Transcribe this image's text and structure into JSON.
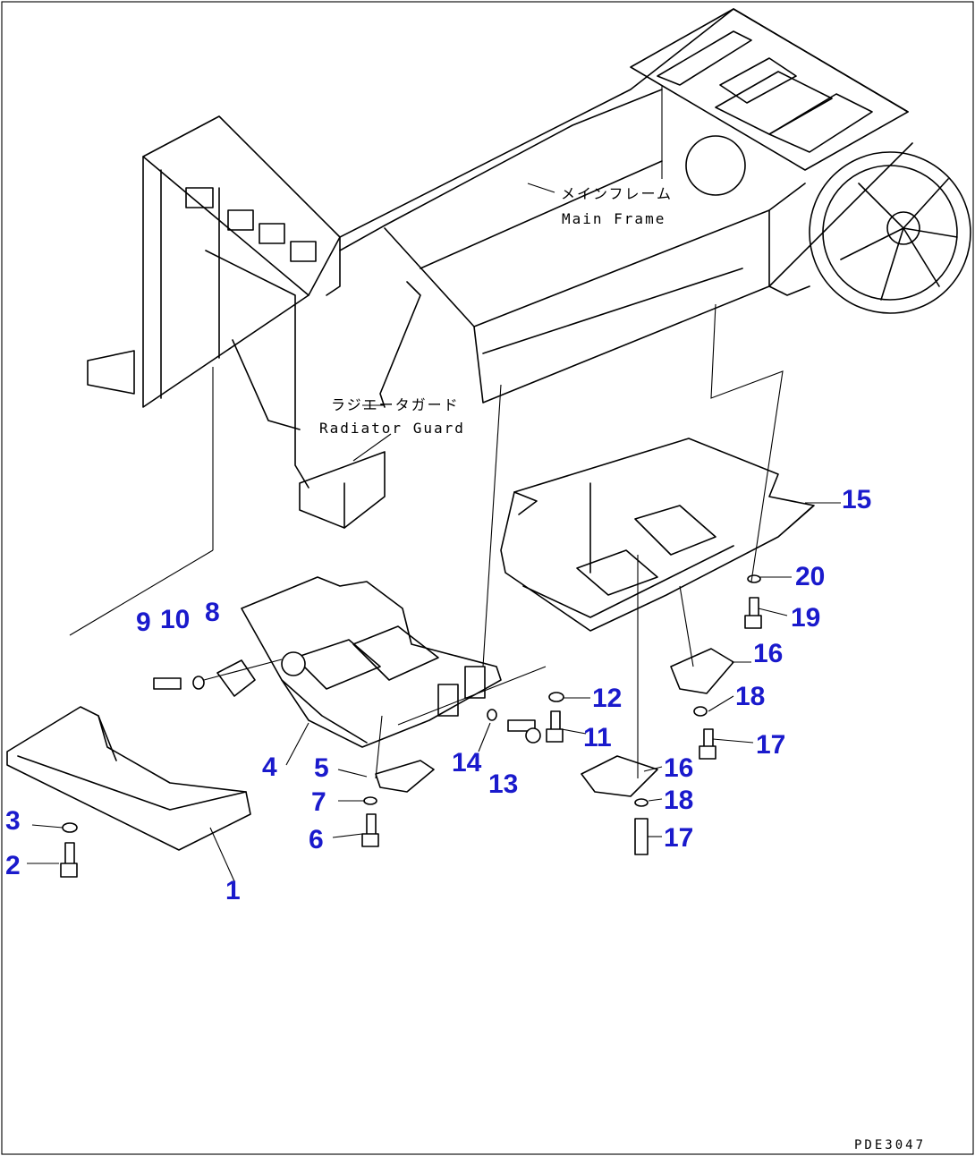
{
  "callouts": {
    "main_frame_jp": "メインフレーム",
    "main_frame_en": "Main Frame",
    "radiator_guard_jp": "ラジエータガード",
    "radiator_guard_en": "Radiator Guard"
  },
  "drawing_code": "PDE3047",
  "part_numbers": {
    "n1": "1",
    "n2": "2",
    "n3": "3",
    "n4": "4",
    "n5": "5",
    "n6": "6",
    "n7": "7",
    "n8": "8",
    "n9": "9",
    "n10": "10",
    "n11": "11",
    "n12": "12",
    "n13": "13",
    "n14": "14",
    "n15": "15",
    "n16a": "16",
    "n16b": "16",
    "n17a": "17",
    "n17b": "17",
    "n18a": "18",
    "n18b": "18",
    "n19": "19",
    "n20": "20"
  },
  "colors": {
    "part_number": "#1a1acc",
    "line": "#000000",
    "background": "#ffffff"
  }
}
